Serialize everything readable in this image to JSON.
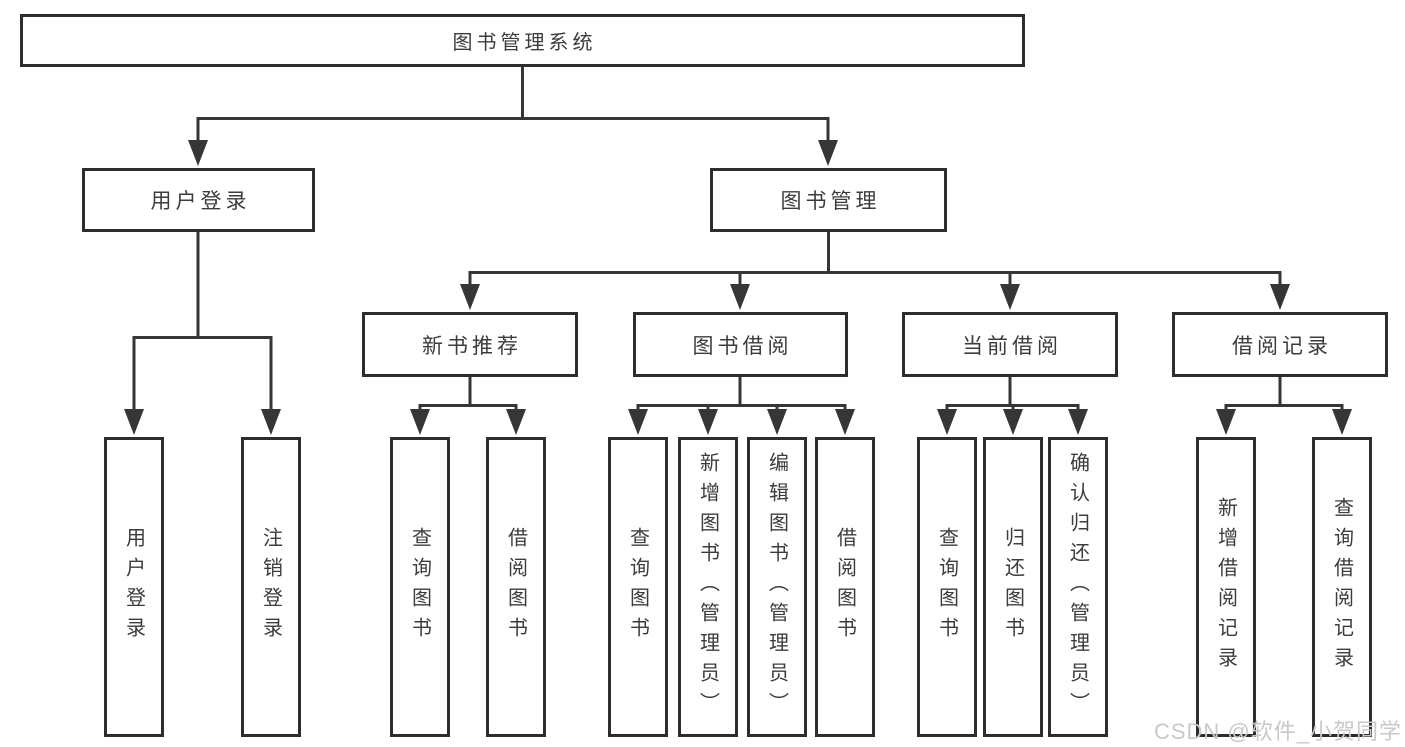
{
  "colors": {
    "line": "#363636",
    "box_border": "#2d2d2d",
    "text": "#3c3c3c",
    "watermark": "#c9c9c9",
    "background": "#ffffff"
  },
  "nodes": {
    "root": "图书管理系统",
    "user_login": "用户登录",
    "book_management": "图书管理",
    "new_book_recommend": "新书推荐",
    "book_borrow": "图书借阅",
    "current_borrow": "当前借阅",
    "borrow_records": "借阅记录",
    "ul_user_login": "用户登录",
    "ul_logout": "注销登录",
    "nb_query_book": "查询图书",
    "nb_borrow_book": "借阅图书",
    "bb_query_book": "查询图书",
    "bb_add_book": "新增图书（管理员）",
    "bb_edit_book": "编辑图书（管理员）",
    "bb_borrow_book": "借阅图书",
    "cb_query_book": "查询图书",
    "cb_return_book": "归还图书",
    "cb_confirm_return": "确认归还（管理员）",
    "br_add_record": "新增借阅记录",
    "br_query_record": "查询借阅记录"
  },
  "watermark": "CSDN @软件_小贺同学"
}
